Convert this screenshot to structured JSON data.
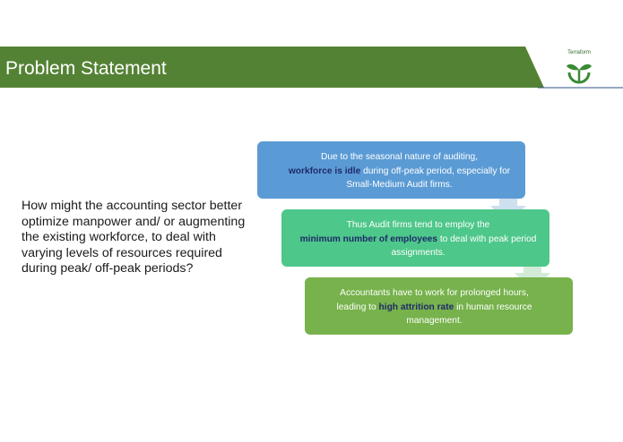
{
  "header": {
    "title": "Problem Statement",
    "band_color": "#548235",
    "logo_text": "Terraform"
  },
  "question": "How might the accounting sector better optimize manpower and/ or augmenting the existing workforce, to deal with varying levels of resources required during peak/ off-peak periods?",
  "flow": [
    {
      "color": "#5b9bd5",
      "before": "Due to the seasonal nature of auditing,",
      "highlight": "workforce is idle",
      "after": " during off-peak period, especially for Small-Medium Audit firms."
    },
    {
      "color": "#4ec78a",
      "before": "Thus Audit firms tend to employ the",
      "highlight": "minimum number of employees",
      "after": " to deal with peak period assignments."
    },
    {
      "color": "#77b24c",
      "before": "Accountants have to work for prolonged hours, leading to ",
      "highlight": "high attrition rate",
      "after": " in human resource management."
    }
  ]
}
